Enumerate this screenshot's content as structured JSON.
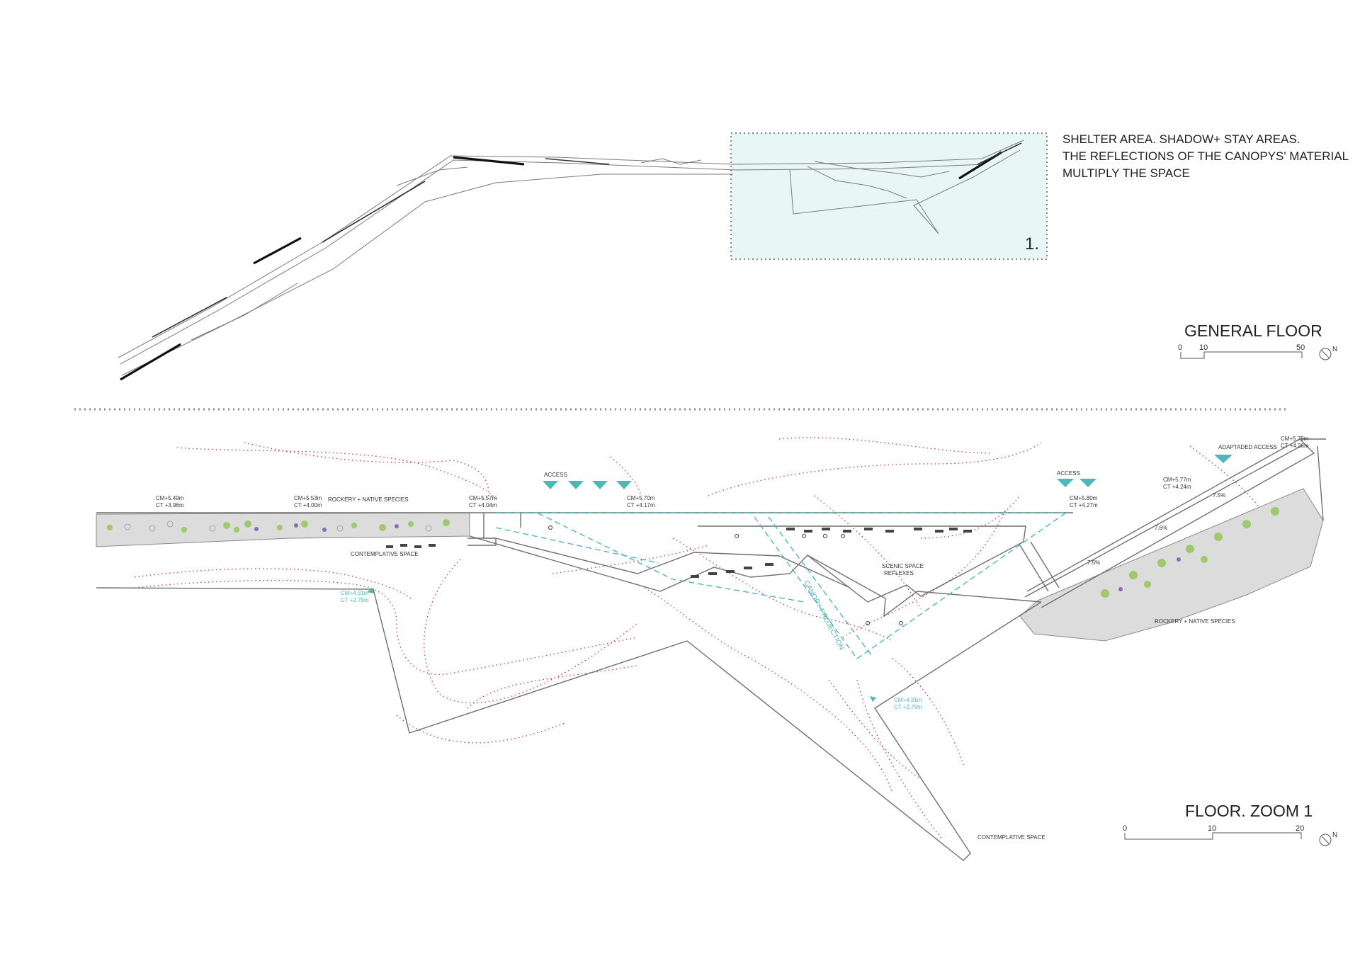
{
  "general_floor": {
    "title": "GENERAL FLOOR",
    "zoom_marker": "1.",
    "note_lines": [
      "SHELTER AREA. SHADOW+ STAY AREAS.",
      "THE REFLECTIONS OF THE CANOPYS' MATERIAL",
      "MULTIPLY THE SPACE"
    ],
    "scale": {
      "ticks": [
        "0",
        "10",
        "50"
      ]
    },
    "north_label": "N"
  },
  "zoom_floor": {
    "title": "FLOOR. ZOOM 1",
    "scale": {
      "ticks": [
        "0",
        "10",
        "20"
      ]
    },
    "north_label": "N",
    "access_labels": [
      "ACCESS",
      "ACCESS"
    ],
    "adapted_access_label": "ADAPTADED ACCESS",
    "space_labels": {
      "rockery_top": "ROCKERY + NATIVE SPECIES",
      "rockery_right": "ROCKERY + NATIVE SPECIES",
      "contemplative_top": "CONTEMPLATIVE SPACE",
      "contemplative_bottom": "CONTEMPLATIVE SPACE",
      "scenic_line1": "SCENIC SPACE",
      "scenic_line2": "REFLEXES",
      "canopy_projection": "CANOPY PROJECTION"
    },
    "levels": [
      {
        "cm": "CM+5.49m",
        "ct": "CT +3.96m"
      },
      {
        "cm": "CM+5.53m",
        "ct": "CT +4.00m"
      },
      {
        "cm": "CM+5.57m",
        "ct": "CT +4.04m"
      },
      {
        "cm": "CM+5.70m",
        "ct": "CT +4.17m"
      },
      {
        "cm": "CM+5.80m",
        "ct": "CT +4.27m"
      },
      {
        "cm": "CM+5.77m",
        "ct": "CT +4.24m"
      },
      {
        "cm": "CM+5.79m",
        "ct": "CT +4.26m"
      }
    ],
    "teal_levels": [
      {
        "cm": "CM+4.31m",
        "ct": "CT +2.79m"
      },
      {
        "cm": "CM+4.31m",
        "ct": "CT +2.79m"
      }
    ],
    "slopes": [
      "7.5%",
      "7.6%",
      "7.5%"
    ]
  },
  "colors": {
    "line": "#7a7a7a",
    "teal": "#4fb6b8",
    "contour": "#c0394b",
    "rockery": "#cfcfcf",
    "highlight": "#e9f6f6"
  }
}
